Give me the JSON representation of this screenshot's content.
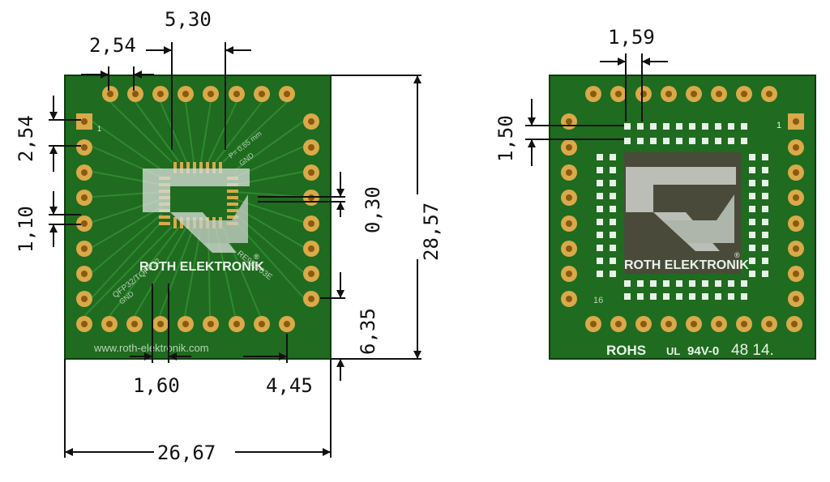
{
  "dimensions": {
    "left_board": {
      "pitch_top": "2,54",
      "smd_width_top": "5,30",
      "pitch_left": "2,54",
      "pad_left": "1,10",
      "fine_pitch": "0,30",
      "height": "28,57",
      "edge_offset": "6,35",
      "bottom_left": "1,60",
      "bottom_right": "4,45",
      "width": "26,67"
    },
    "right_board": {
      "pad_pitch": "1,59",
      "pad_height": "1,50"
    }
  },
  "left_board": {
    "brand": "ROTH ELEKTRONIK",
    "registered": "®",
    "pitch_note": "P= 0,65 mm",
    "gnd_top": "GND",
    "package": "QFP32/TQFP32",
    "gnd_bottom": "GND",
    "rev": "RE929-03E",
    "url": "www.roth-elektronik.com",
    "pin_one": "1"
  },
  "right_board": {
    "brand": "ROTH ELEKTRONIK",
    "registered": "®",
    "pin_one": "1",
    "pin_sixteen": "16",
    "rohs": "ROHS",
    "ul_mark": "UL",
    "flammability": "94V-0",
    "date_code": "48 14."
  },
  "colors": {
    "board": "#1f6b1f",
    "board_dark": "#164f16",
    "pad": "#d9a94a",
    "pad_hole": "#8a5a10",
    "silk": "#e8f3e8",
    "dimension_line": "#111111"
  }
}
